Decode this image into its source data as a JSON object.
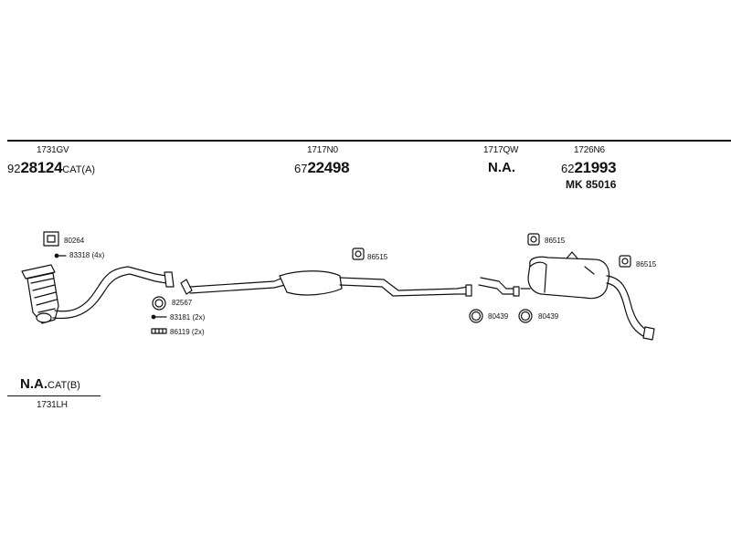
{
  "header": {
    "col1": {
      "code": "1731GV",
      "num_prefix": "92",
      "num_main": "28124",
      "num_suffix": "CAT(A)"
    },
    "col2": {
      "code": "1717N0",
      "num_prefix": "67",
      "num_main": "22498"
    },
    "col3": {
      "code": "1717QW",
      "value": "N.A."
    },
    "col4": {
      "code": "1726N6",
      "num_prefix": "62",
      "num_main": "21993",
      "mk": "MK 85016"
    }
  },
  "footer": {
    "main": "N.A.",
    "suffix": "CAT(B)",
    "code": "1731LH"
  },
  "parts": {
    "p80264": "80264",
    "p83318": "83318 (4x)",
    "p82567": "82567",
    "p83181": "83181 (2x)",
    "p86119": "86119 (2x)",
    "p86515a": "86515",
    "p80439a": "80439",
    "p80439b": "80439",
    "p86515b": "86515",
    "p86515c": "86515"
  }
}
